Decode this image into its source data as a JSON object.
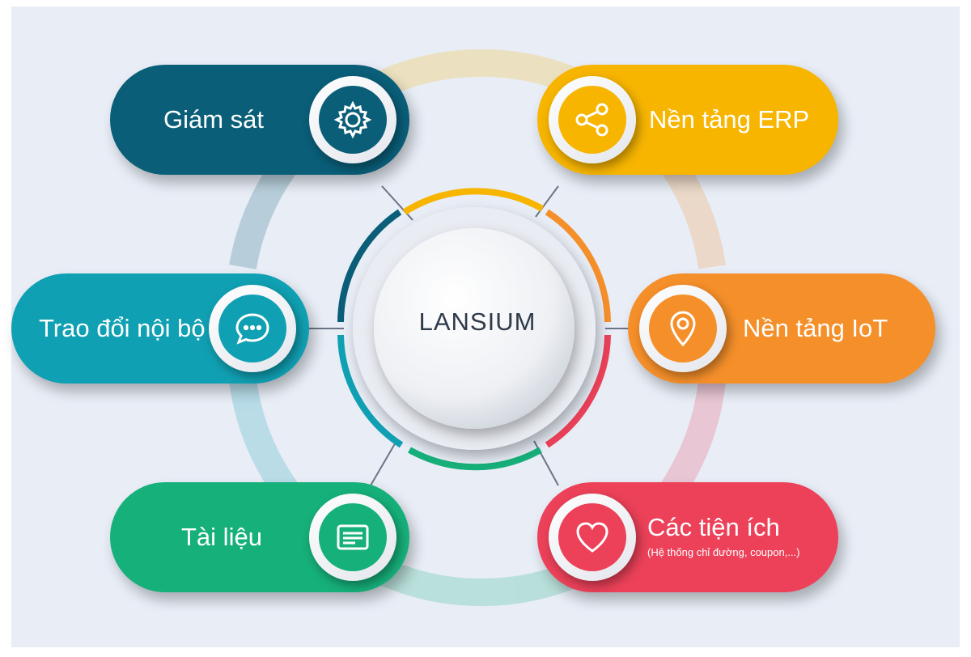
{
  "center": {
    "label": "LANSIUM"
  },
  "nodes": {
    "monitor": {
      "label": "Giám sát",
      "color": "#0a5e78",
      "icon": "gear-icon"
    },
    "erp": {
      "label": "Nền tảng ERP",
      "color": "#f7b500",
      "icon": "share-icon"
    },
    "chat": {
      "label": "Trao đổi nội bộ",
      "color": "#10a0b3",
      "icon": "chat-bubble-icon"
    },
    "iot": {
      "label": "Nền tảng IoT",
      "color": "#f58f2a",
      "icon": "location-pin-icon"
    },
    "docs": {
      "label": "Tài liệu",
      "color": "#16b07a",
      "icon": "document-icon"
    },
    "utils": {
      "label": "Các tiện ích",
      "sublabel": "(Hệ thống chỉ đường, coupon,...)",
      "color": "#ec4159",
      "icon": "heart-icon"
    }
  }
}
